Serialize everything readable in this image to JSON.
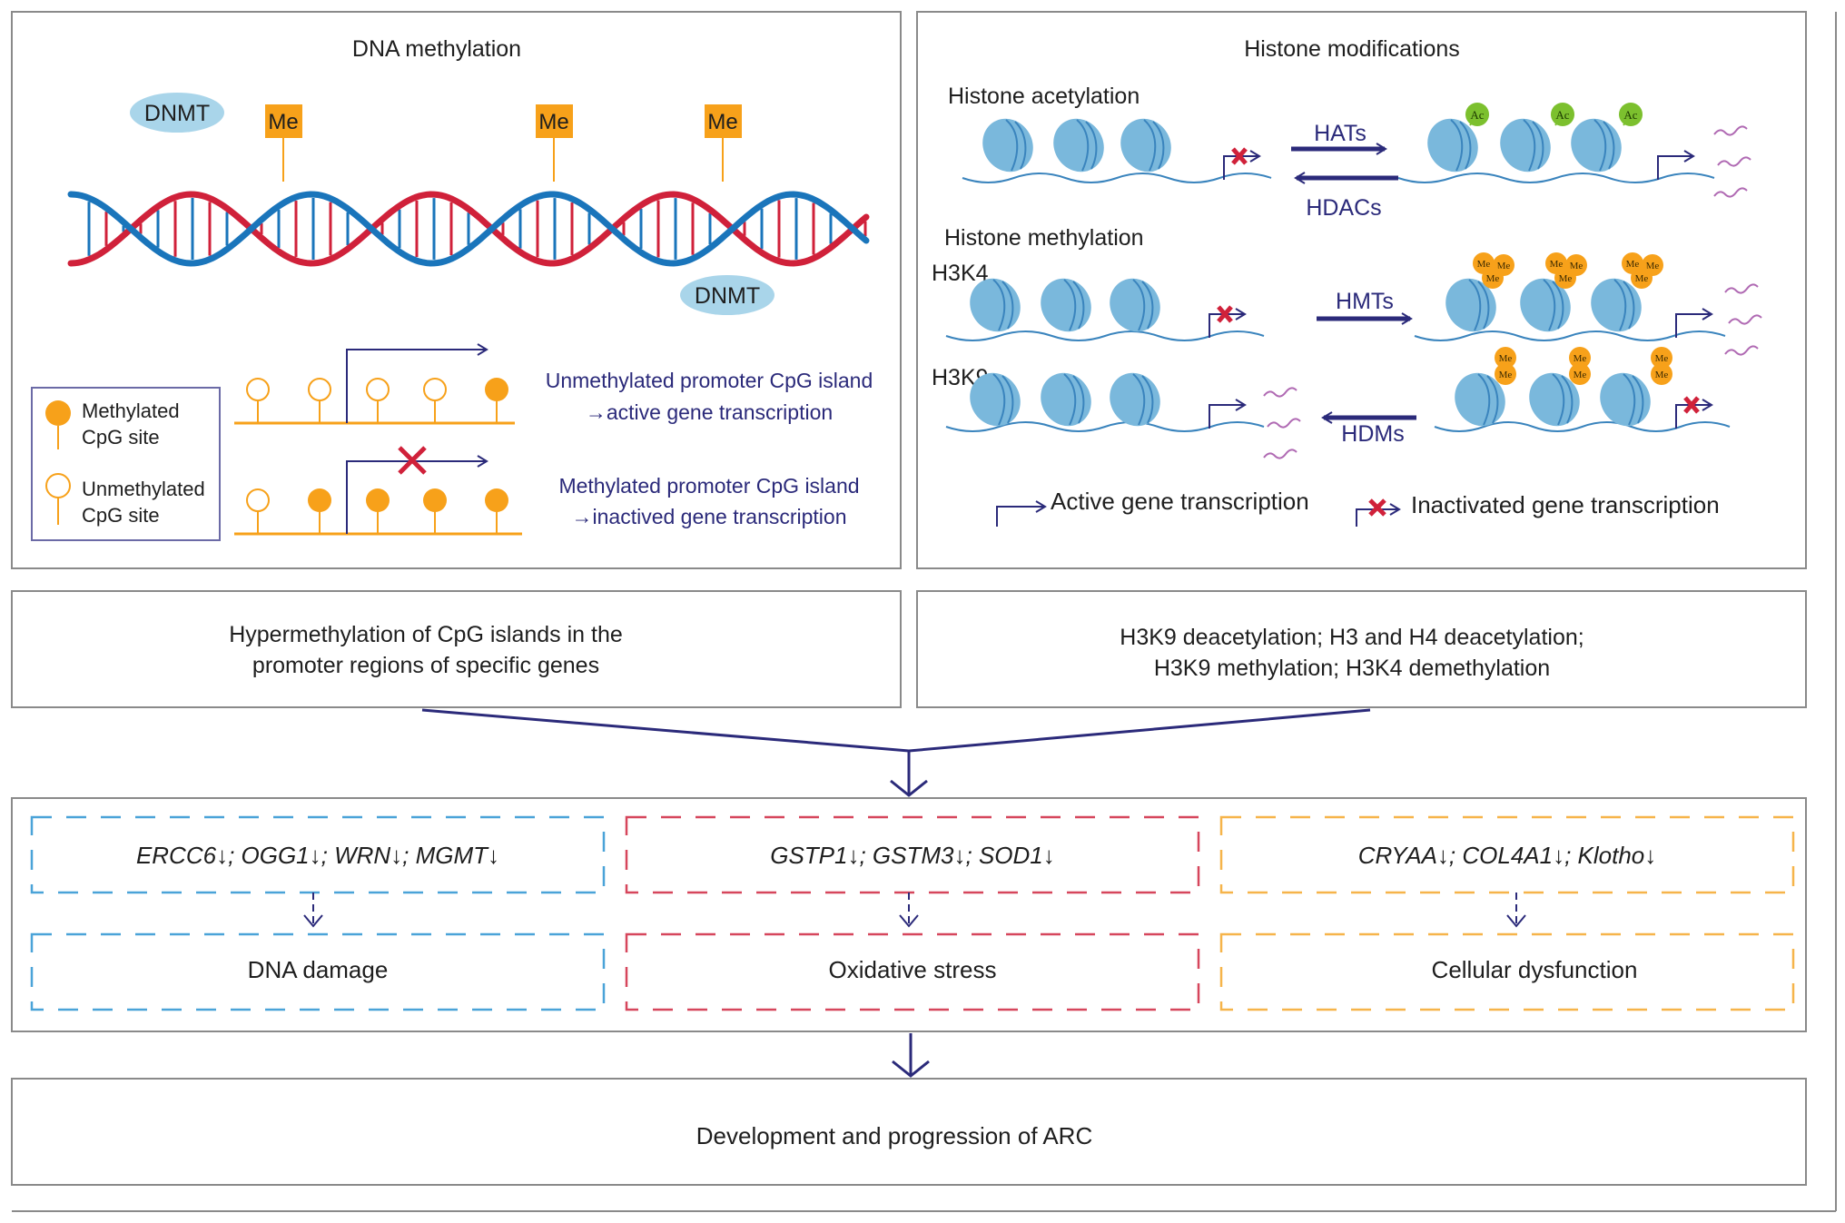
{
  "colors": {
    "navy": "#2b2a7a",
    "dna_red": "#d0213a",
    "dna_blue": "#1a75bb",
    "orange": "#f7a11a",
    "nucleosome": "#7ab8dc",
    "dnmt": "#a9d5ea",
    "acetyl_green": "#7cc02e",
    "dash_blue": "#4aa3d8",
    "dash_red": "#d6465c",
    "dash_orange": "#f6b44a"
  },
  "dna_methylation": {
    "title": "DNA methylation",
    "enzyme_labels": [
      "DNMT",
      "DNMT"
    ],
    "methyl_tags": [
      "Me",
      "Me",
      "Me"
    ],
    "legend": {
      "methylated": [
        "Methylated",
        "CpG site"
      ],
      "unmethylated": [
        "Unmethylated",
        "CpG site"
      ]
    },
    "rows": [
      {
        "caption": [
          "Unmethylated promoter CpG island",
          "→active gene transcription"
        ],
        "sites": [
          "open",
          "open",
          "open",
          "open",
          "filled"
        ],
        "blocked": false
      },
      {
        "caption": [
          "Methylated promoter CpG island",
          "→inactived gene transcription"
        ],
        "sites": [
          "open",
          "filled",
          "filled",
          "filled",
          "filled"
        ],
        "blocked": true
      }
    ]
  },
  "histone_modifications": {
    "title": "Histone modifications",
    "acetylation": {
      "title": "Histone acetylation",
      "forward_enzyme": "HATs",
      "reverse_enzyme": "HDACs",
      "mark": "Ac"
    },
    "methylation": {
      "title": "Histone methylation",
      "h3k4": {
        "label": "H3K4",
        "enzyme": "HMTs",
        "mark": "Me"
      },
      "h3k9": {
        "label": "H3K9",
        "enzyme": "HDMs",
        "mark": "Me"
      }
    },
    "legend": {
      "active": "Active gene transcription",
      "inactive": "Inactivated gene transcription"
    }
  },
  "summary_left": [
    "Hypermethylation of CpG islands in the",
    "promoter regions of specific genes"
  ],
  "summary_right": [
    "H3K9 deacetylation; H3 and H4 deacetylation;",
    "H3K9 methylation; H3K4 demethylation"
  ],
  "gene_groups": [
    {
      "genes": "ERCC6↓; OGG1↓; WRN↓; MGMT↓",
      "outcome": "DNA damage"
    },
    {
      "genes": "GSTP1↓; GSTM3↓; SOD1↓",
      "outcome": "Oxidative stress"
    },
    {
      "genes": "CRYAA↓; COL4A1↓; Klotho↓",
      "outcome": "Cellular dysfunction"
    }
  ],
  "final": "Development and progression of ARC"
}
